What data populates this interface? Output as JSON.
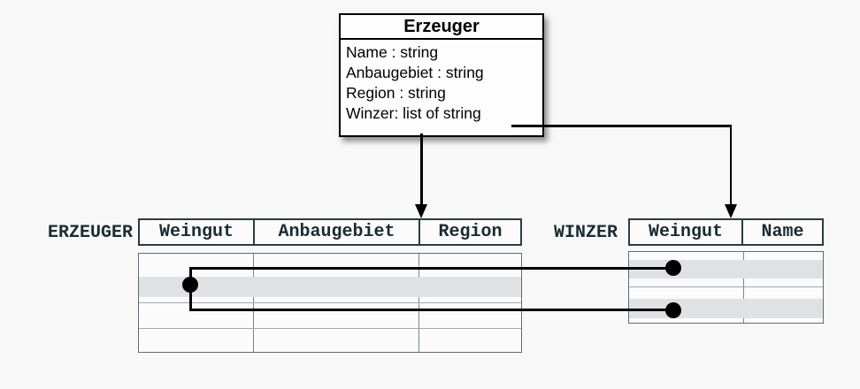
{
  "class_box": {
    "title": "Erzeuger",
    "attributes": [
      "Name : string",
      "Anbaugebiet : string",
      "Region : string",
      "Winzer: list of string"
    ]
  },
  "tables": {
    "erzeuger": {
      "label": "ERZEUGER",
      "columns": [
        "Weingut",
        "Anbaugebiet",
        "Region"
      ],
      "body_rows": 4,
      "highlighted_row": 2
    },
    "winzer": {
      "label": "WINZER",
      "columns": [
        "Weingut",
        "Name"
      ],
      "body_rows": 4,
      "highlighted_rows": [
        2,
        4
      ]
    }
  },
  "connectors": {
    "class_to_erzeuger_table": "arrow-down",
    "winzer_attribute_to_winzer_table": "arrow-down",
    "tuple_links": "erzeuger-highlighted-tuple to two winzer-highlighted-tuples"
  },
  "colors": {
    "background": "#f8f8f8",
    "connector_black": "#000000",
    "table_border_dark": "#2c3b42",
    "table_grid_light": "#76858b",
    "row_highlight": "#dfe1e5",
    "text_dark": "#1b2b33"
  }
}
